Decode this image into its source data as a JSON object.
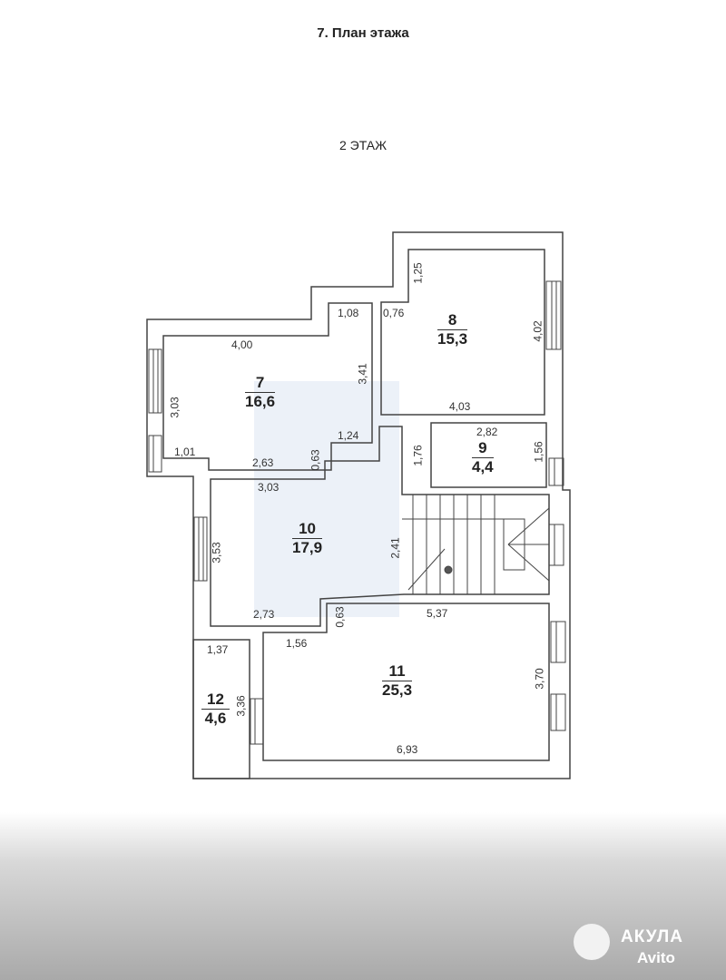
{
  "title": "7. План этажа",
  "floor_label": "2 ЭТАЖ",
  "rooms": [
    {
      "number": "7",
      "area": "16,6"
    },
    {
      "number": "8",
      "area": "15,3"
    },
    {
      "number": "9",
      "area": "4,4"
    },
    {
      "number": "10",
      "area": "17,9"
    },
    {
      "number": "11",
      "area": "25,3"
    },
    {
      "number": "12",
      "area": "4,6"
    }
  ],
  "dimensions": {
    "d125": "1,25",
    "d108": "1,08",
    "d076": "0,76",
    "d400": "4,00",
    "d402": "4,02",
    "d303a": "3,03",
    "d341": "3,41",
    "d403": "4,03",
    "d282": "2,82",
    "d101": "1,01",
    "d263": "2,63",
    "d063a": "0,63",
    "d124": "1,24",
    "d176": "1,76",
    "d156a": "1,56",
    "d303b": "3,03",
    "d353": "3,53",
    "d241": "2,41",
    "d273": "2,73",
    "d063b": "0,63",
    "d537": "5,37",
    "d137": "1,37",
    "d156b": "1,56",
    "d370": "3,70",
    "d336": "3,36",
    "d693": "6,93"
  },
  "logo": {
    "brand": "АКУЛА",
    "partner": "Avito"
  },
  "colors": {
    "wall": "#444444",
    "watermark": "#c8d7eb"
  }
}
